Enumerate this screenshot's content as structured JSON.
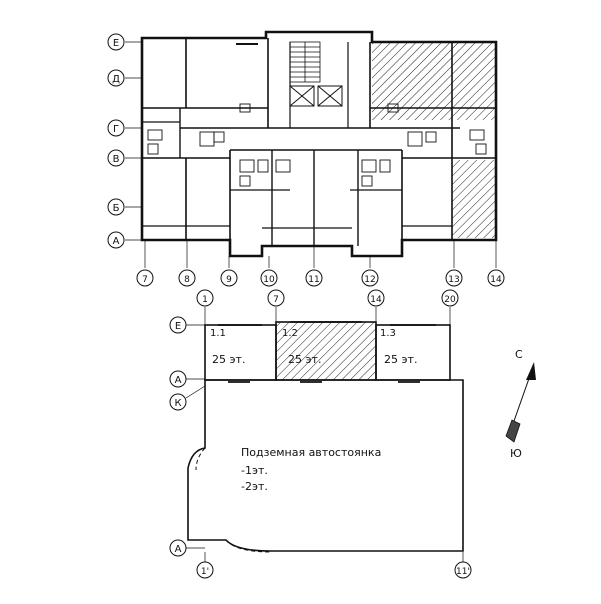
{
  "top_plan": {
    "row_axes": [
      "Е",
      "Д",
      "Г",
      "В",
      "Б",
      "А"
    ],
    "col_axes": [
      "7",
      "8",
      "9",
      "10",
      "11",
      "12",
      "13",
      "14"
    ]
  },
  "site_plan": {
    "col_axes": [
      "1",
      "7",
      "14",
      "20"
    ],
    "row_axes": [
      "Е",
      "А",
      "К",
      "А"
    ],
    "bottom_axes": [
      "1'",
      "11'"
    ],
    "sections": [
      {
        "id": "1.1",
        "floors": "25 эт."
      },
      {
        "id": "1.2",
        "floors": "25 эт."
      },
      {
        "id": "1.3",
        "floors": "25 эт."
      }
    ],
    "parking": {
      "title": "Подземная автостоянка",
      "levels": [
        "-1эт.",
        "-2эт."
      ]
    }
  },
  "compass": {
    "north": "С",
    "south": "Ю"
  },
  "colors": {
    "line": "#111111",
    "background": "#ffffff"
  }
}
